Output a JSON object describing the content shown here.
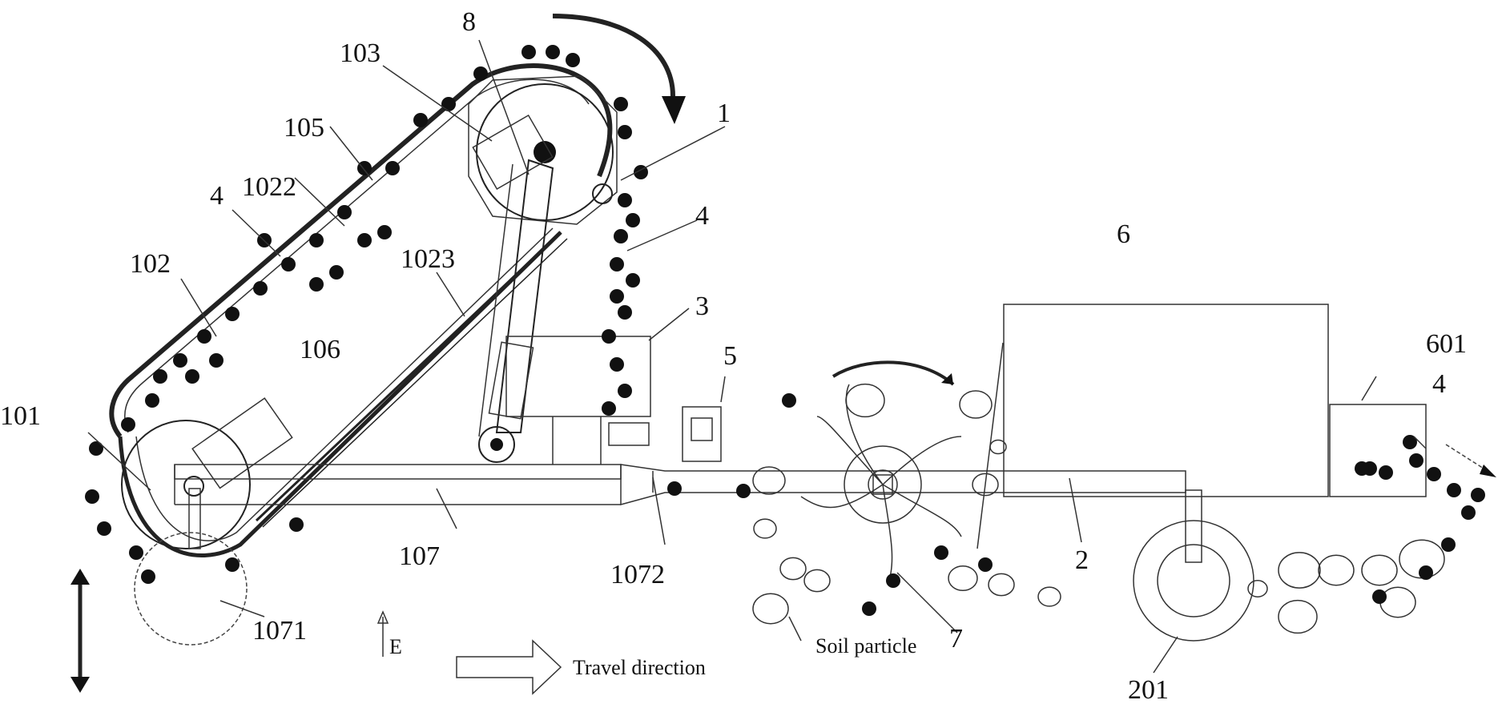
{
  "labels": {
    "l8": "8",
    "l103": "103",
    "l105": "105",
    "l1022": "1022",
    "l4_left": "4",
    "l102": "102",
    "l101": "101",
    "l106": "106",
    "l107": "107",
    "l1071": "1071",
    "l1023": "1023",
    "l1": "1",
    "l4_mid": "4",
    "l3": "3",
    "l5": "5",
    "l1072": "1072",
    "l6": "6",
    "l601": "601",
    "l4_right": "4",
    "l2": "2",
    "l7": "7",
    "l201": "201",
    "lE": "E",
    "soil": "Soil particle",
    "travel": "Travel direction"
  }
}
